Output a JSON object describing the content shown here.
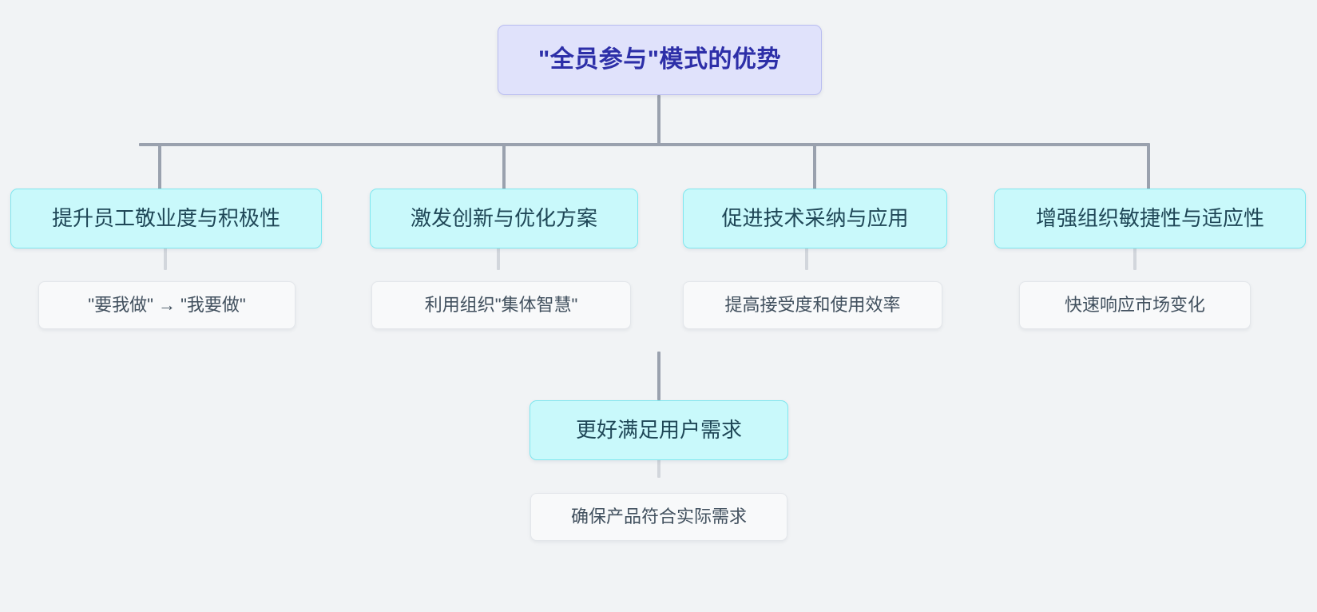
{
  "diagram": {
    "type": "tree-mindmap",
    "background_color": "#f1f3f5",
    "connector_color": "#9aa1ae",
    "connector_light_color": "#d2d6dc",
    "root": {
      "label": "\"全员参与\"模式的优势",
      "fill": "#e0e2fb",
      "border": "#b9bdf0",
      "text_color": "#2d2fa8"
    },
    "branch_style": {
      "fill": "#c9f9fb",
      "border": "#7fe7ef",
      "text_color": "#1f4757"
    },
    "leaf_style": {
      "fill": "#f8f9fa",
      "border": "#e3e6ea",
      "text_color": "#41505e"
    },
    "branches": [
      {
        "label": "提升员工敬业度与积极性",
        "leaf": "\"要我做\" → \"我要做\""
      },
      {
        "label": "激发创新与优化方案",
        "leaf": "利用组织\"集体智慧\"",
        "child": {
          "label": "更好满足用户需求",
          "leaf": "确保产品符合实际需求"
        }
      },
      {
        "label": "促进技术采纳与应用",
        "leaf": "提高接受度和使用效率"
      },
      {
        "label": "增强组织敏捷性与适应性",
        "leaf": "快速响应市场变化"
      }
    ]
  }
}
